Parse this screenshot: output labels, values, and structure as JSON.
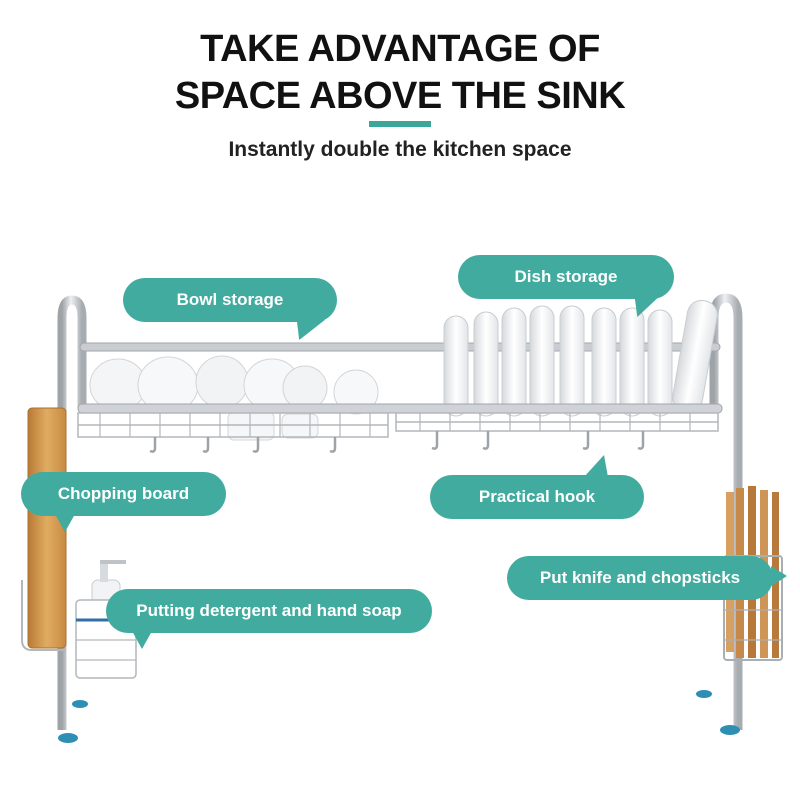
{
  "headline": {
    "line1": "TAKE ADVANTAGE OF",
    "line2": "SPACE ABOVE THE SINK"
  },
  "subheadline": "Instantly double the kitchen space",
  "callouts": {
    "bowl_storage": "Bowl storage",
    "dish_storage": "Dish storage",
    "practical_hook": "Practical hook",
    "chopping_board": "Chopping board",
    "knife_chopsticks": "Put knife and chopsticks",
    "detergent_soap": "Putting detergent and hand soap"
  },
  "colors": {
    "accent": "#40ab9e",
    "steel": "#c9ccd0",
    "steel_dark": "#9ea3a8",
    "wood": "#d9a35a",
    "foot": "#2e8fb5"
  },
  "icons": [
    "dish-rack-illustration",
    "bowl-icon",
    "plate-icon",
    "hook-icon",
    "cutting-board-icon",
    "soap-bottle-icon",
    "chopsticks-icon"
  ]
}
